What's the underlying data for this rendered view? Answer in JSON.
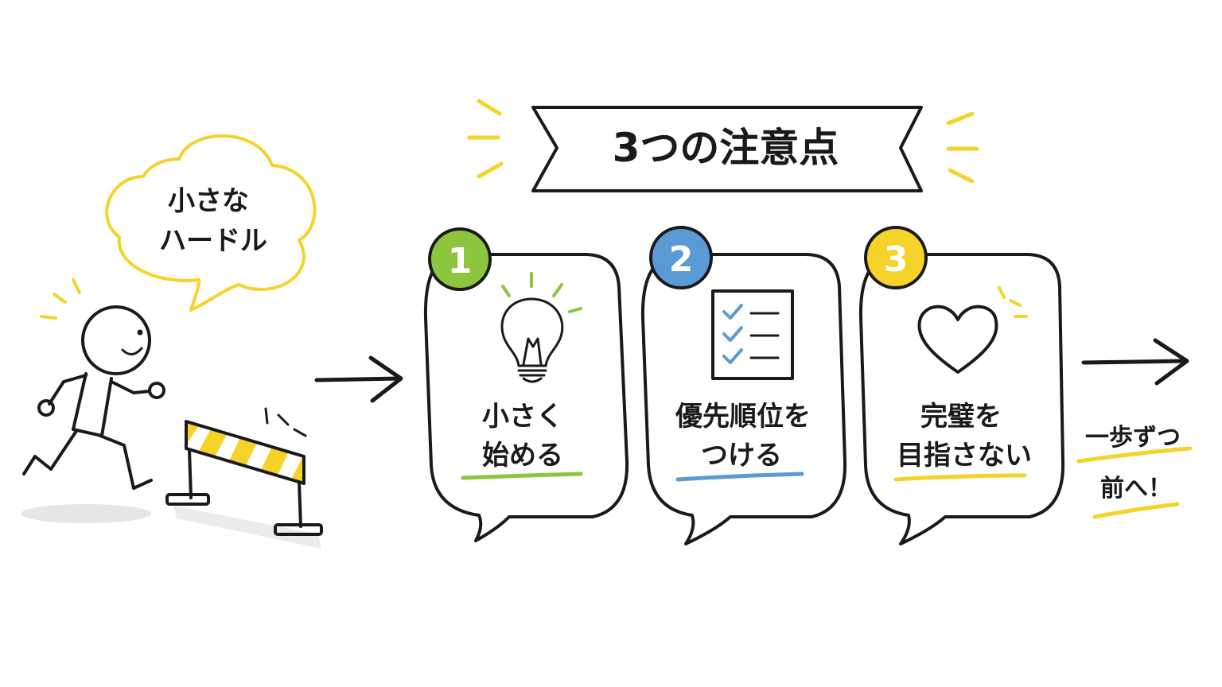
{
  "title": "3つの注意点",
  "hurdle_bubble": [
    "小さな",
    "ハードル"
  ],
  "steps": [
    {
      "number": "1",
      "icon": "lightbulb-icon",
      "lines": [
        "小さく",
        "始める"
      ],
      "color": "#8cc63f"
    },
    {
      "number": "2",
      "icon": "checklist-icon",
      "lines": [
        "優先順位を",
        "つける"
      ],
      "color": "#5b9bd5"
    },
    {
      "number": "3",
      "icon": "heart-icon",
      "lines": [
        "完璧を",
        "目指さない"
      ],
      "color": "#f5d328"
    }
  ],
  "closing": [
    "一歩ずつ",
    "前へ！"
  ],
  "colors": {
    "ink": "#1a1a1a",
    "yellow": "#f5d328",
    "green": "#8cc63f",
    "blue": "#5b9bd5",
    "shadow": "#e6e6e6"
  }
}
